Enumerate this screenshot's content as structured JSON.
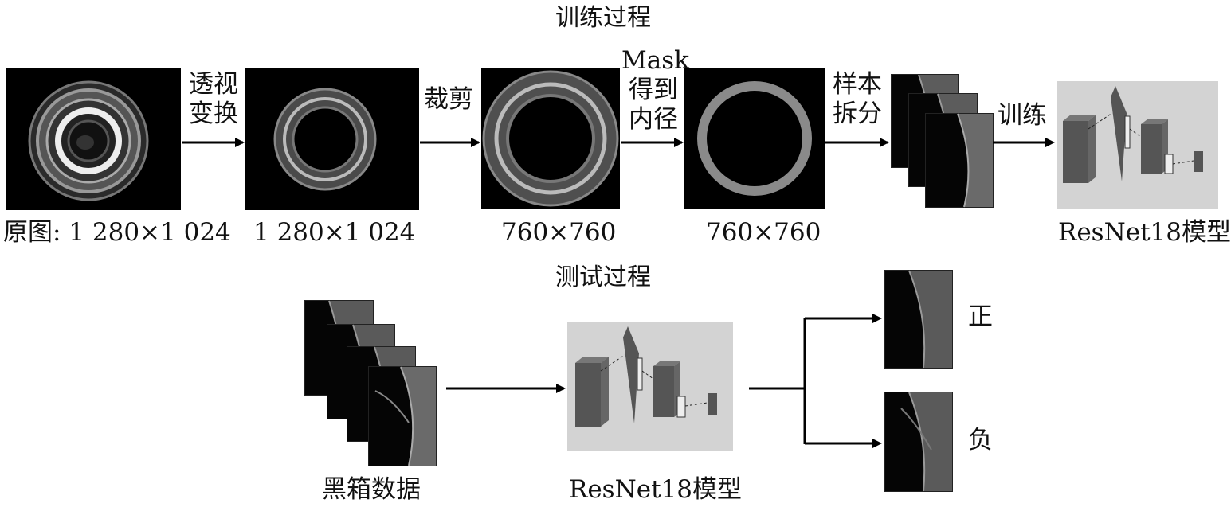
{
  "training": {
    "title": "训练过程",
    "steps": [
      {
        "caption": "原图: 1 280×1 024"
      },
      {
        "label_top": "透视",
        "label_bottom": "变换",
        "caption": "1 280×1 024"
      },
      {
        "label": "裁剪",
        "caption": "760×760"
      },
      {
        "label_top": "Mask",
        "label_mid": "得到",
        "label_bottom": "内径",
        "caption": "760×760"
      },
      {
        "label_top": "样本",
        "label_bottom": "拆分"
      },
      {
        "label": "训练",
        "caption": "ResNet18模型"
      }
    ]
  },
  "testing": {
    "title": "测试过程",
    "input_caption": "黑箱数据",
    "model_caption": "ResNet18模型",
    "outputs": [
      "正",
      "负"
    ]
  },
  "colors": {
    "background": "#ffffff",
    "panel": "#000000",
    "ring": "#8a8a8a",
    "model_bg": "#d3d3d3",
    "arrow": "#000000"
  }
}
